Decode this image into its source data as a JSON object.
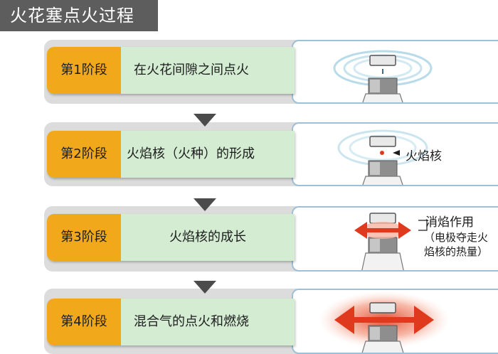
{
  "title": "火花塞点火过程",
  "stages": [
    {
      "label": "第1阶段",
      "text": "在火花间隙之间点火"
    },
    {
      "label": "第2阶段",
      "text": "火焰核（火种）的形成"
    },
    {
      "label": "第3阶段",
      "text": "火焰核的成长"
    },
    {
      "label": "第4阶段",
      "text": "混合气的点火和燃烧"
    }
  ],
  "callouts": {
    "flame_kernel": "火焰核",
    "quench_title": "消焰作用",
    "quench_line1": "（电极夺走火",
    "quench_line2": "焰核的热量）"
  },
  "colors": {
    "title_bg": "#5d5d5d",
    "stage_label_bg": "#f1a81b",
    "stage_text_bg": "#d3ecd2",
    "arrow": "#4b4b4b",
    "flame_red": "#e03a1e"
  }
}
